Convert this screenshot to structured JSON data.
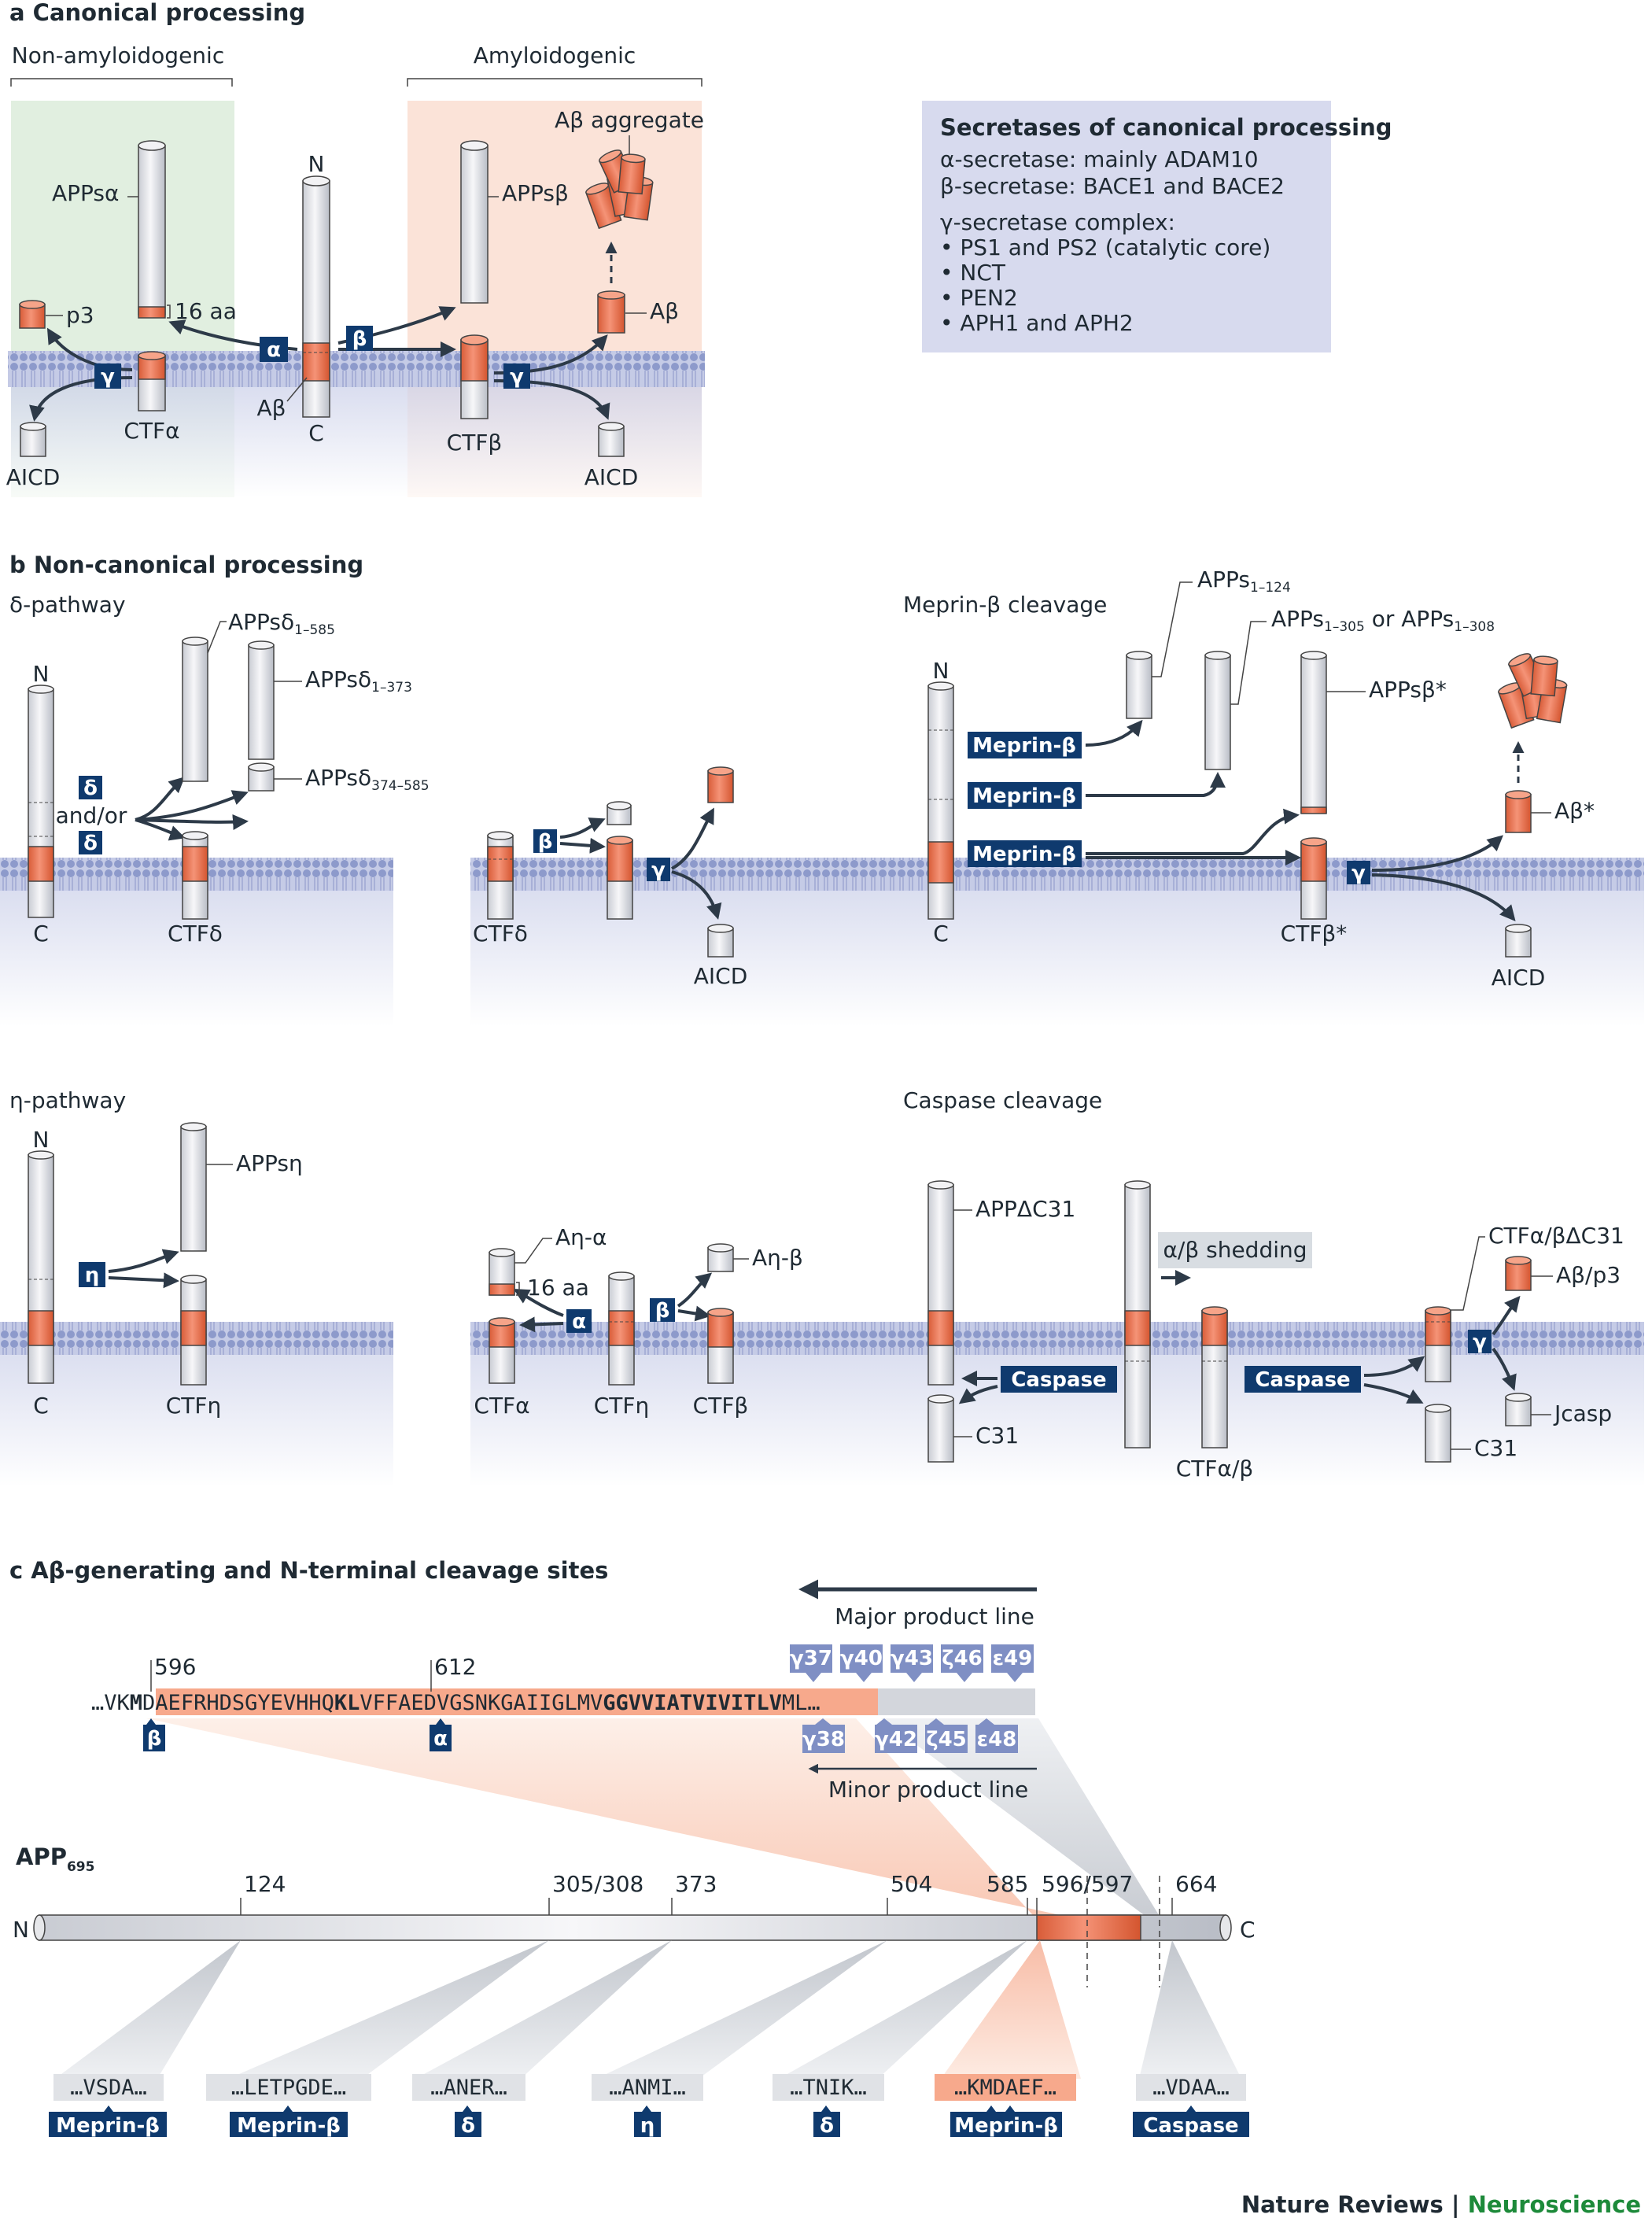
{
  "panel_a": {
    "title": "a  Canonical processing",
    "non_amyloidogenic": "Non-amyloidogenic",
    "amyloidogenic": "Amyloidogenic",
    "apps_alpha": "APPsα",
    "sixteen_aa": "16 aa",
    "p3": "p3",
    "ctf_alpha": "CTFα",
    "aicd": "AICD",
    "n": "N",
    "c": "C",
    "abeta": "Aβ",
    "apps_beta": "APPsβ",
    "abeta_aggregate": "Aβ aggregate",
    "ctf_beta": "CTFβ",
    "alpha": "α",
    "beta": "β",
    "gamma": "γ",
    "box": {
      "title": "Secretases of canonical processing",
      "lines": [
        "α-secretase: mainly ADAM10",
        "β-secretase: BACE1 and BACE2",
        "γ-secretase complex:",
        "• PS1 and PS2 (catalytic core)",
        "• NCT",
        "• PEN2",
        "• APH1 and APH2"
      ]
    }
  },
  "panel_b": {
    "title": "b  Non-canonical processing",
    "delta_pathway": {
      "heading": "δ-pathway",
      "n": "N",
      "c": "C",
      "delta": "δ",
      "and_or": "and/or",
      "apps_delta_1_585_main": "APPsδ",
      "apps_delta_1_585_sub": "1–585",
      "apps_delta_1_373_main": "APPsδ",
      "apps_delta_1_373_sub": "1–373",
      "apps_delta_374_585_main": "APPsδ",
      "apps_delta_374_585_sub": "374–585",
      "ctf_delta": "CTFδ",
      "ctf_delta_2": "CTFδ",
      "beta": "β",
      "gamma": "γ",
      "aicd": "AICD"
    },
    "meprin": {
      "heading": "Meprin-β cleavage",
      "n": "N",
      "c": "C",
      "meprin": "Meprin-β",
      "apps_1_124_main": "APPs",
      "apps_1_124_sub": "1–124",
      "apps_1_305_main": "APPs",
      "apps_1_305_sub": "1–305",
      "or": " or ",
      "apps_1_308_main": "APPs",
      "apps_1_308_sub": "1–308",
      "apps_beta_star": "APPsβ*",
      "ctf_beta_star": "CTFβ*",
      "abeta_star": "Aβ*",
      "gamma": "γ",
      "aicd": "AICD"
    },
    "eta_pathway": {
      "heading": "η-pathway",
      "n": "N",
      "c": "C",
      "eta": "η",
      "apps_eta": "APPsη",
      "ctf_eta": "CTFη",
      "ctf_eta_2": "CTFη",
      "a_eta_alpha": "Aη-α",
      "a_eta_beta": "Aη-β",
      "sixteen_aa": "16 aa",
      "ctf_alpha": "CTFα",
      "ctf_beta": "CTFβ",
      "alpha": "α",
      "beta": "β"
    },
    "caspase": {
      "heading": "Caspase cleavage",
      "app_delta_c31": "APPΔC31",
      "shedding": "α/β shedding",
      "caspase": "Caspase",
      "c31": "C31",
      "ctf_alpha_beta": "CTFα/β",
      "ctf_alpha_beta_delta_c31": "CTFα/βΔC31",
      "abeta_p3": "Aβ/p3",
      "jcasp": "Jcasp",
      "gamma": "γ"
    }
  },
  "panel_c": {
    "title": "c  Aβ-generating and N-terminal cleavage sites",
    "major_line": "Major product line",
    "minor_line": "Minor product line",
    "pos_596": "596",
    "pos_612": "612",
    "seq_prefix": "…VKM",
    "seq_pre": "…VK",
    "seq_m": "M",
    "seq_part1": "DAEFRHDSGYEVHHQ",
    "seq_kl": "KL",
    "seq_part2": "VFFAEDVGSNKGAIIGLMV",
    "seq_bold": "GGVVIA",
    "seq_tail_bold": "TVIVITLV",
    "seq_tail": "ML…",
    "beta": "β",
    "alpha": "α",
    "major_sites": [
      "γ37",
      "γ40",
      "γ43",
      "ζ46",
      "ε49"
    ],
    "minor_sites": [
      "γ38",
      "γ42",
      "ζ45",
      "ε48"
    ],
    "app_label": "APP",
    "app_sub": "695",
    "n": "N",
    "c": "C",
    "positions": [
      "124",
      "305/308",
      "373",
      "504",
      "585",
      "596/597",
      "664"
    ],
    "sites": [
      {
        "seq": "…VSDA…",
        "enzyme": "Meprin-β"
      },
      {
        "seq": "…LETPGDE…",
        "enzyme": "Meprin-β"
      },
      {
        "seq": "…ANER…",
        "enzyme": "δ"
      },
      {
        "seq": "…ANMI…",
        "enzyme": "η"
      },
      {
        "seq": "…TNIK…",
        "enzyme": "δ"
      },
      {
        "seq": "…KMDAEF…",
        "enzyme": "Meprin-β"
      },
      {
        "seq": "…VDAA…",
        "enzyme": "Caspase"
      }
    ]
  },
  "footer": {
    "journal": "Nature Reviews",
    "sep": " | ",
    "section": "Neuroscience"
  },
  "colors": {
    "orange": "#ee7650",
    "navy": "#0f3a6e",
    "site_blue": "#7f8fc4",
    "green_bg": "#e1efe0",
    "peach_bg": "#fbe3d8",
    "lavender_box": "#d7daee",
    "membrane": "#9aa6cf"
  }
}
